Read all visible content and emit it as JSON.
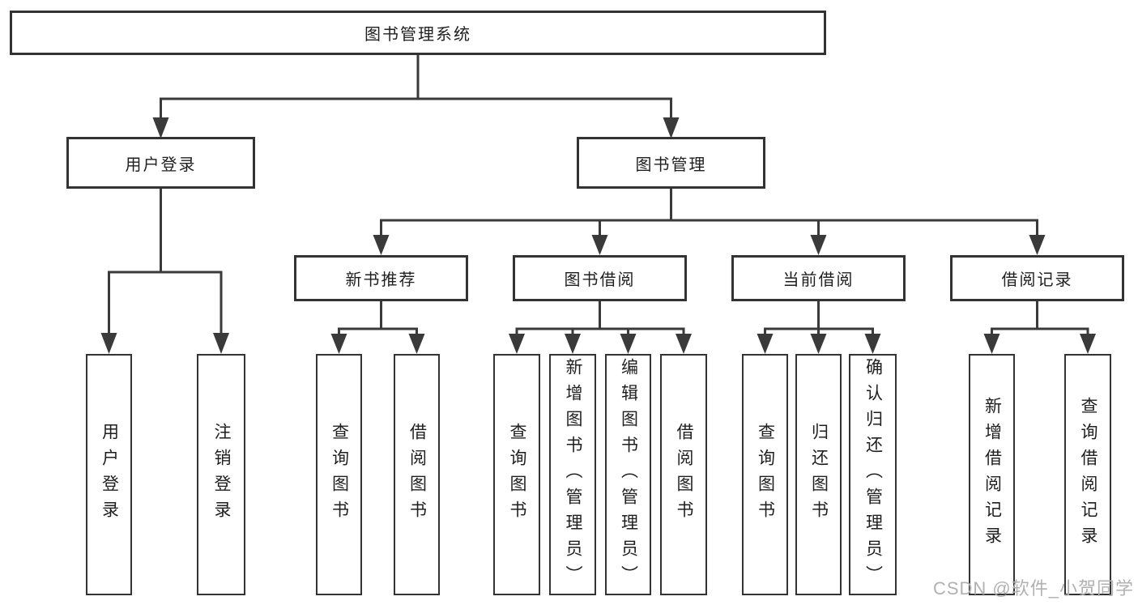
{
  "colors": {
    "line": "#3a3a3a",
    "box_border": "#333333",
    "text": "#1f1f1f",
    "background": "#ffffff",
    "watermark": "#b1b1b1"
  },
  "tree": {
    "root": "图书管理系统",
    "branches": [
      {
        "label": "用户登录",
        "children": [
          "用户登录",
          "注销登录"
        ]
      },
      {
        "label": "图书管理",
        "groups": [
          {
            "label": "新书推荐",
            "children": [
              "查询图书",
              "借阅图书"
            ]
          },
          {
            "label": "图书借阅",
            "children": [
              "查询图书",
              "新增图书（管理员）",
              "编辑图书（管理员）",
              "借阅图书"
            ]
          },
          {
            "label": "当前借阅",
            "children": [
              "查询图书",
              "归还图书",
              "确认归还（管理员）"
            ]
          },
          {
            "label": "借阅记录",
            "children": [
              "新增借阅记录",
              "查询借阅记录"
            ]
          }
        ]
      }
    ]
  },
  "watermark": "CSDN @软件_小贺同学"
}
